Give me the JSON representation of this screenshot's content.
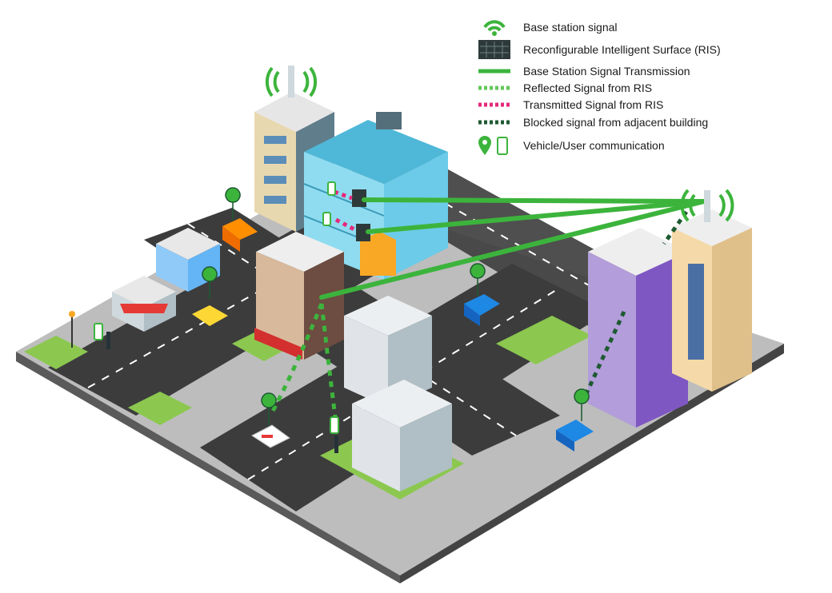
{
  "legend": {
    "items": [
      {
        "key": "base_station_signal",
        "label": "Base station signal",
        "icon": "signal-waves-icon"
      },
      {
        "key": "ris",
        "label": "Reconfigurable Intelligent Surface (RIS)",
        "icon": "ris-panel-icon"
      },
      {
        "key": "transmission",
        "label": "Base Station Signal Transmission",
        "icon": "solid-green-line"
      },
      {
        "key": "reflected",
        "label": "Reflected Signal from RIS",
        "icon": "dotted-green-line"
      },
      {
        "key": "transmitted",
        "label": "Transmitted Signal from RIS",
        "icon": "dotted-pink-line"
      },
      {
        "key": "blocked",
        "label": "Blocked signal from adjacent building",
        "icon": "dotted-dark-green-line"
      },
      {
        "key": "vehicle_user",
        "label": "Vehicle/User communication",
        "icon": "pin-phone-icon"
      }
    ]
  },
  "colors": {
    "signal_green": "#3cb43c",
    "light_green": "#64c85a",
    "dark_green": "#1e5a32",
    "pink": "#e6287a",
    "road": "#3c3c3c",
    "sidewalk": "#d2d2d2",
    "grass": "#8cc850",
    "ris_panel": "#2e3a3a"
  }
}
